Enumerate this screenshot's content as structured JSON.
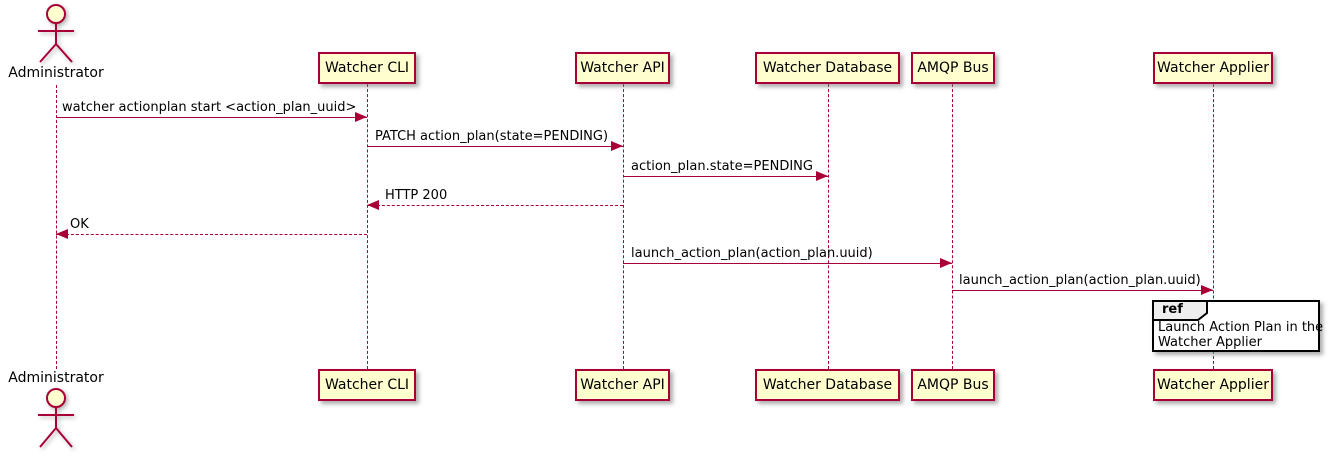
{
  "diagram": {
    "type": "sequence",
    "actor": {
      "name": "Administrator"
    },
    "participants": [
      {
        "name": "Watcher CLI"
      },
      {
        "name": "Watcher API"
      },
      {
        "name": "Watcher Database"
      },
      {
        "name": "AMQP Bus"
      },
      {
        "name": "Watcher Applier"
      }
    ],
    "messages": [
      {
        "from": "Administrator",
        "to": "Watcher CLI",
        "label": "watcher actionplan start <action_plan_uuid>",
        "line": "solid",
        "direction": "right"
      },
      {
        "from": "Watcher CLI",
        "to": "Watcher API",
        "label": "PATCH action_plan(state=PENDING)",
        "line": "solid",
        "direction": "right"
      },
      {
        "from": "Watcher API",
        "to": "Watcher Database",
        "label": "action_plan.state=PENDING",
        "line": "solid",
        "direction": "right"
      },
      {
        "from": "Watcher API",
        "to": "Watcher CLI",
        "label": "HTTP 200",
        "line": "dashed",
        "direction": "left"
      },
      {
        "from": "Watcher CLI",
        "to": "Administrator",
        "label": "OK",
        "line": "dashed",
        "direction": "left"
      },
      {
        "from": "Watcher API",
        "to": "AMQP Bus",
        "label": "launch_action_plan(action_plan.uuid)",
        "line": "solid",
        "direction": "right"
      },
      {
        "from": "AMQP Bus",
        "to": "Watcher Applier",
        "label": "launch_action_plan(action_plan.uuid)",
        "line": "solid",
        "direction": "right"
      }
    ],
    "ref": {
      "keyword": "ref",
      "lines": [
        "Launch Action Plan in the",
        "Watcher Applier"
      ]
    },
    "colors": {
      "accent": "#A80036",
      "participant_fill": "#FEFECE",
      "ref_tab_fill": "#EEEEEE",
      "ref_body_fill": "#FFFFFF",
      "text": "#000000"
    }
  }
}
